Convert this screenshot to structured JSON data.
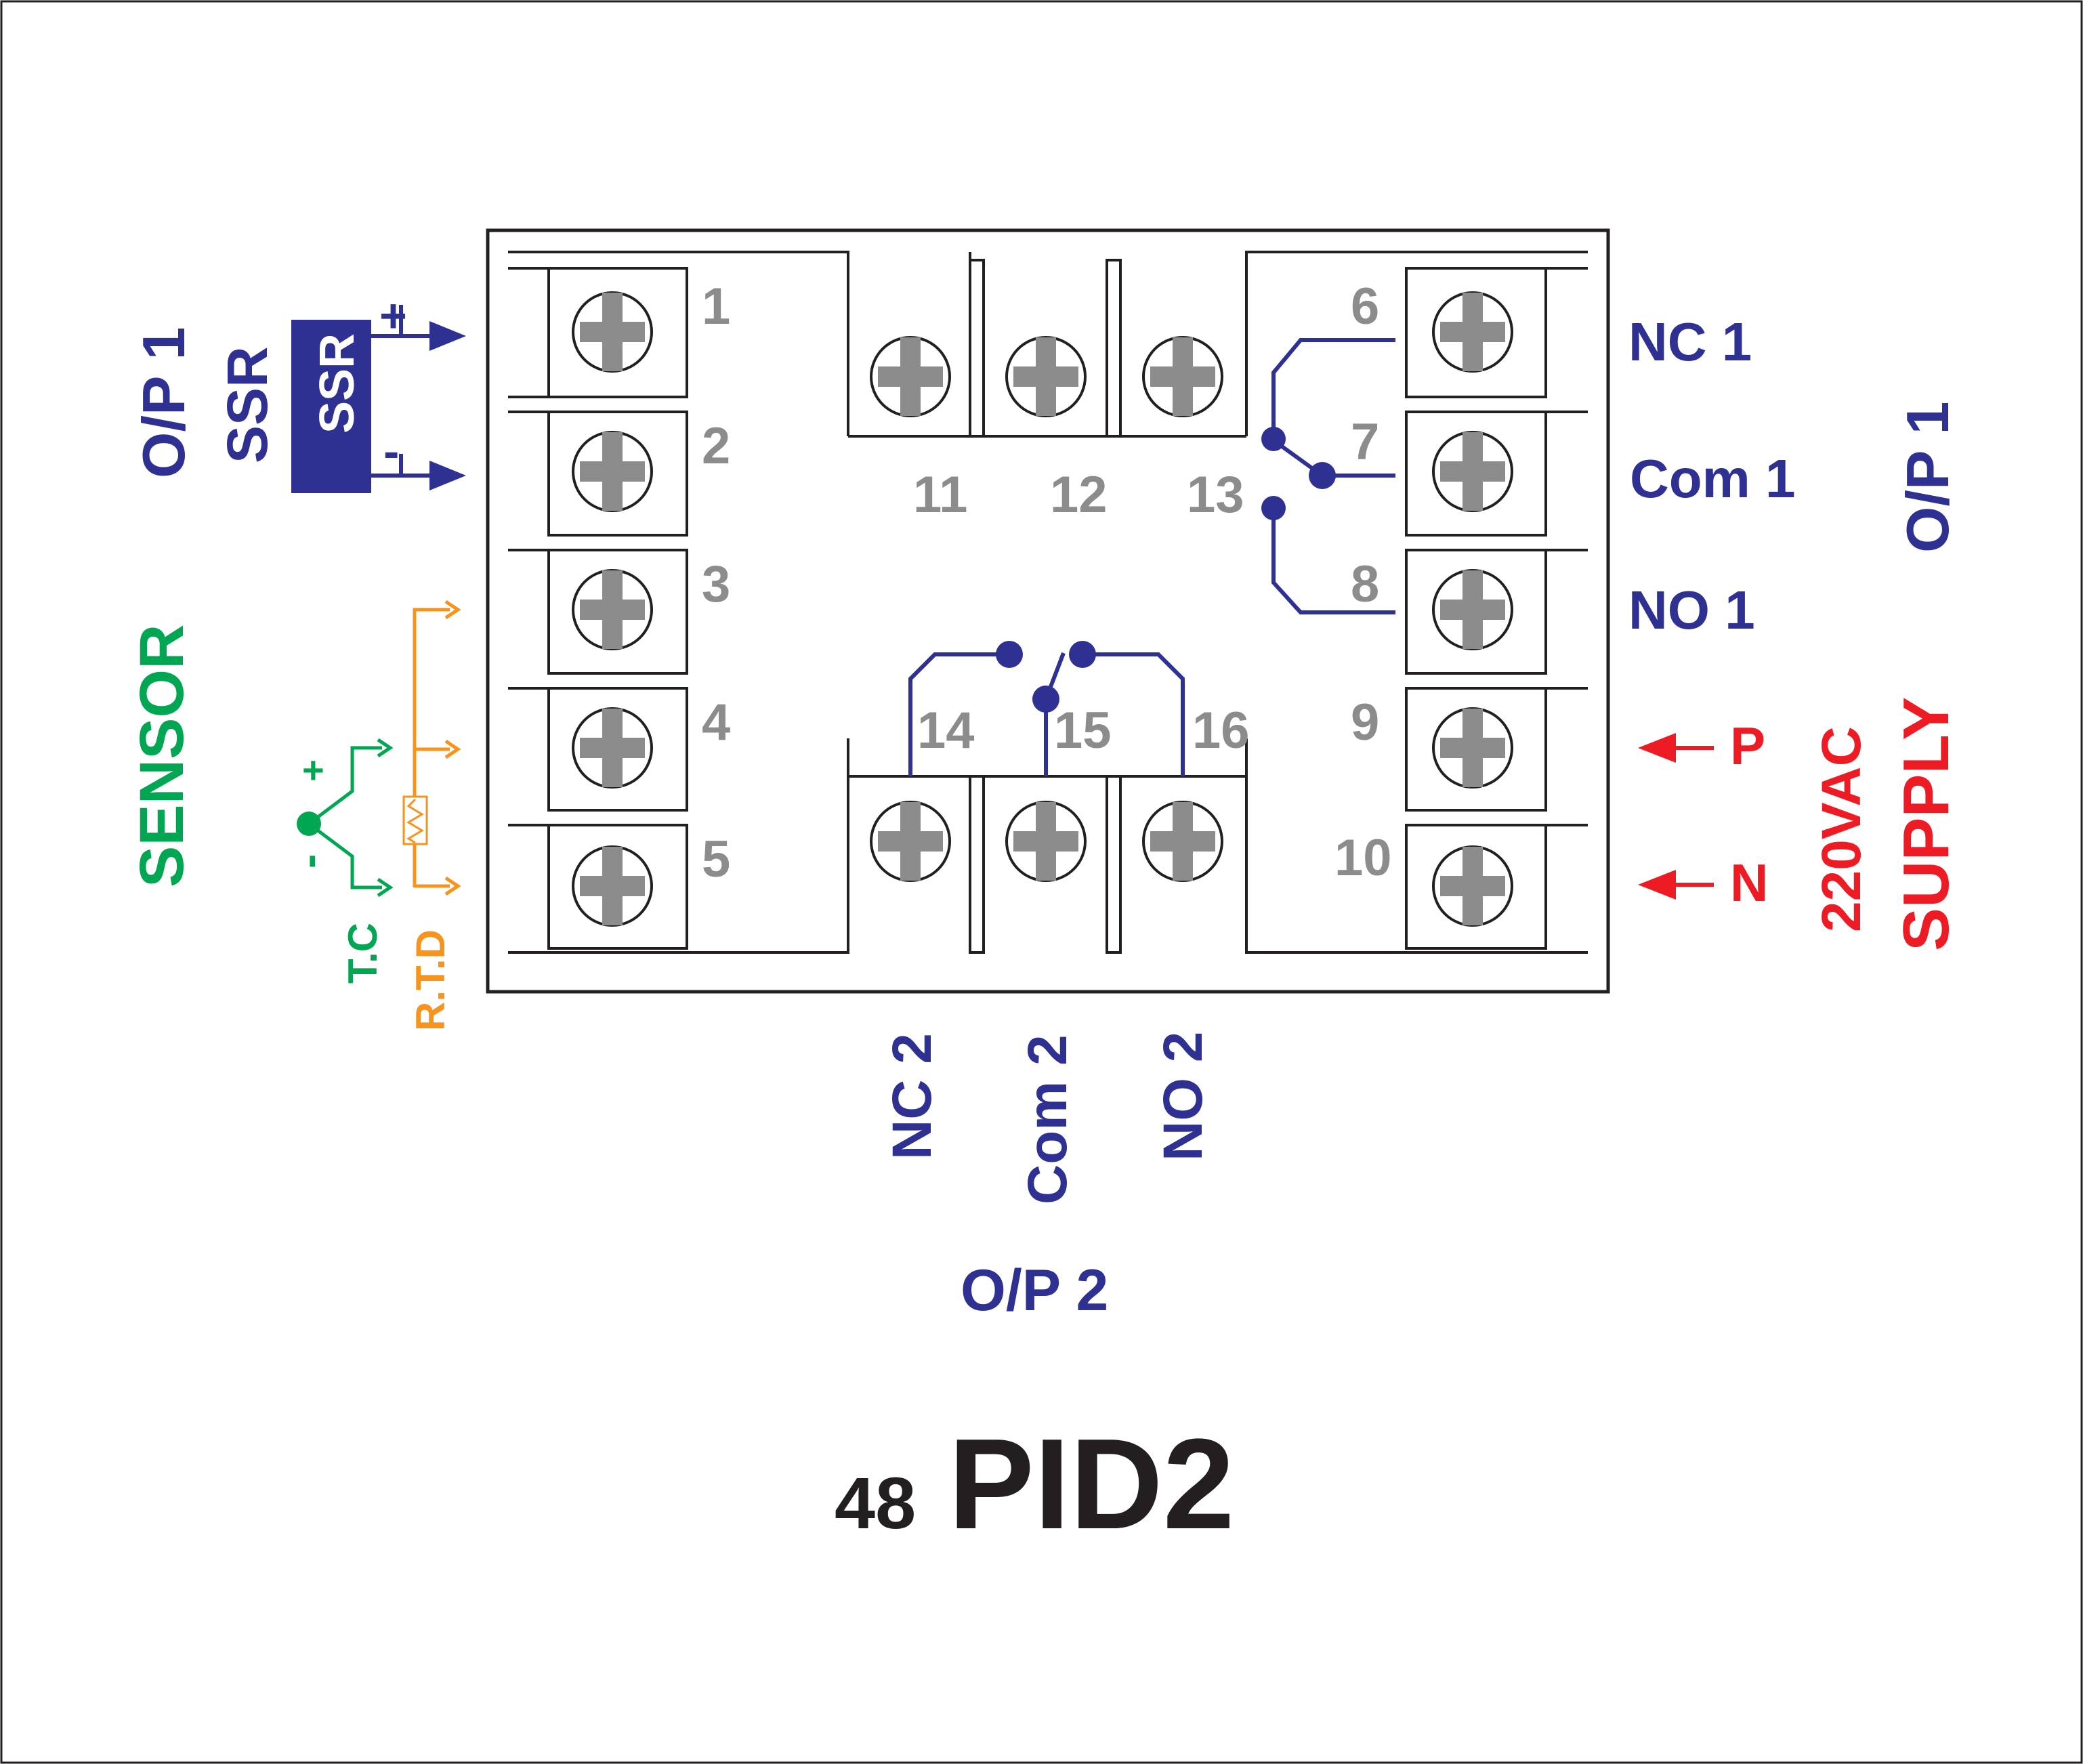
{
  "colors": {
    "blue": "#2e3191",
    "green": "#00a651",
    "orange": "#f7941d",
    "red": "#ed1c24",
    "gray": "#8c8c8c",
    "dark": "#231f20"
  },
  "terminals": [
    "1",
    "2",
    "3",
    "4",
    "5",
    "6",
    "7",
    "8",
    "9",
    "10",
    "11",
    "12",
    "13",
    "14",
    "15",
    "16"
  ],
  "left": {
    "op1": "O/P 1",
    "ssr_text": "SSR",
    "ssr_box": "SSR",
    "plus": "+",
    "minus": "-",
    "sensor": "SENSOR",
    "tc": "T.C",
    "rtd": "R.T.D",
    "tc_plus": "+",
    "tc_minus": "-"
  },
  "right": {
    "nc1": "NC 1",
    "com1": "Com 1",
    "no1": "NO 1",
    "op1": "O/P 1",
    "p": "P",
    "n": "N",
    "vac": "220VAC",
    "supply": "SUPPLY"
  },
  "bottom": {
    "nc2": "NC 2",
    "com2": "Com 2",
    "no2": "NO 2",
    "op2": "O/P 2"
  },
  "title": {
    "prefix": "48",
    "main": "PID2"
  },
  "icons": [
    "screw-icon",
    "arrow-icon",
    "resistor-icon",
    "relay-switch-icon"
  ]
}
